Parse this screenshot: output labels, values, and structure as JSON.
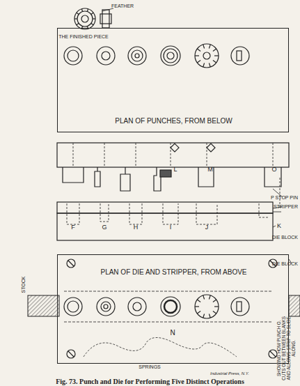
{
  "diagram": {
    "caption": "Fig. 73. Punch and Die for Performing Five Distinct Operations",
    "nodes": [
      {
        "text": [
          "PLAN OF PUNCHES, FROM BELOW"
        ]
      },
      {
        "text": [
          "PLAN OF DIE AND STRIPPER, FROM ABOVE"
        ]
      }
    ],
    "labels": [
      "FEATHER",
      "THE FINISHED PIECE",
      "L",
      "M",
      "O",
      "P STOP PIN",
      "STRIPPER",
      "F",
      "G",
      "H",
      "I",
      "J",
      "K",
      "DIE BLOCK",
      "DIE BLOCK",
      "STOCK",
      "N",
      "SHOWING HOW PUNCH O. CUTS OUT BETWEEN BLANKS AND ALLOWS STRIP TO SLIDE ALONG.",
      "SPRINGS",
      "Industrial Press, N.Y."
    ]
  }
}
